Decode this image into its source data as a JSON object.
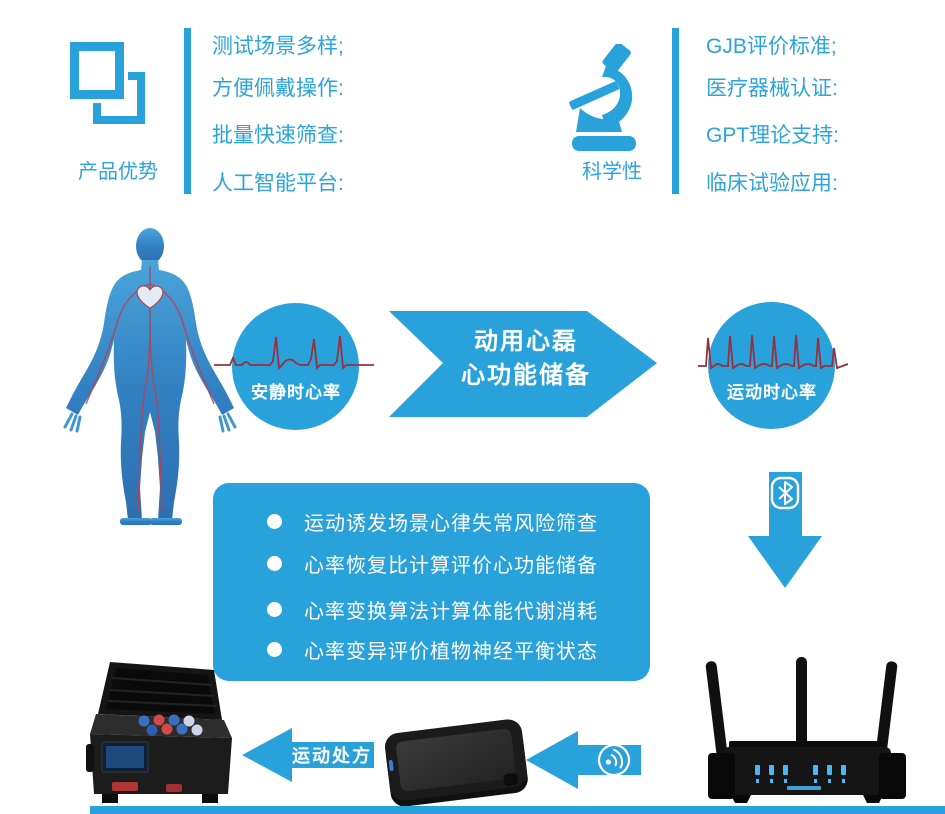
{
  "colors": {
    "accent": "#29a2dc",
    "accent_text": "#2ba4de",
    "ecg": "#99303d",
    "device_dark": "#161616"
  },
  "product_advantages": {
    "icon": "overlapping-squares-icon",
    "label": "产品优势",
    "items": [
      "测试场景多样;",
      "方便佩戴操作:",
      "批量快速筛查:",
      "人工智能平台:"
    ]
  },
  "scientific": {
    "icon": "microscope-icon",
    "label": "科学性",
    "items": [
      "GJB评价标准;",
      "医疗器械认证:",
      "GPT理论支持:",
      "临床试验应用:"
    ]
  },
  "flow": {
    "figure": "human-anatomy-figure",
    "resting_label": "安静时心率",
    "arrow_line1": "动用心磊",
    "arrow_line2": "心功能储备",
    "exercise_label": "运动时心率",
    "transfer_icon": "bluetooth-icon"
  },
  "features": [
    "运动诱发场景心律失常风险筛查",
    "心率恢复比计算评价心功能储备",
    "心率变换算法计算体能代谢消耗",
    "心率变异评价植物神经平衡状态"
  ],
  "bottom_flow": {
    "prescription_label": "运动处方",
    "wireless_icon": "wireless-signal-icon",
    "devices": [
      "equipment-case",
      "rugged-tablet",
      "wifi-router"
    ]
  }
}
